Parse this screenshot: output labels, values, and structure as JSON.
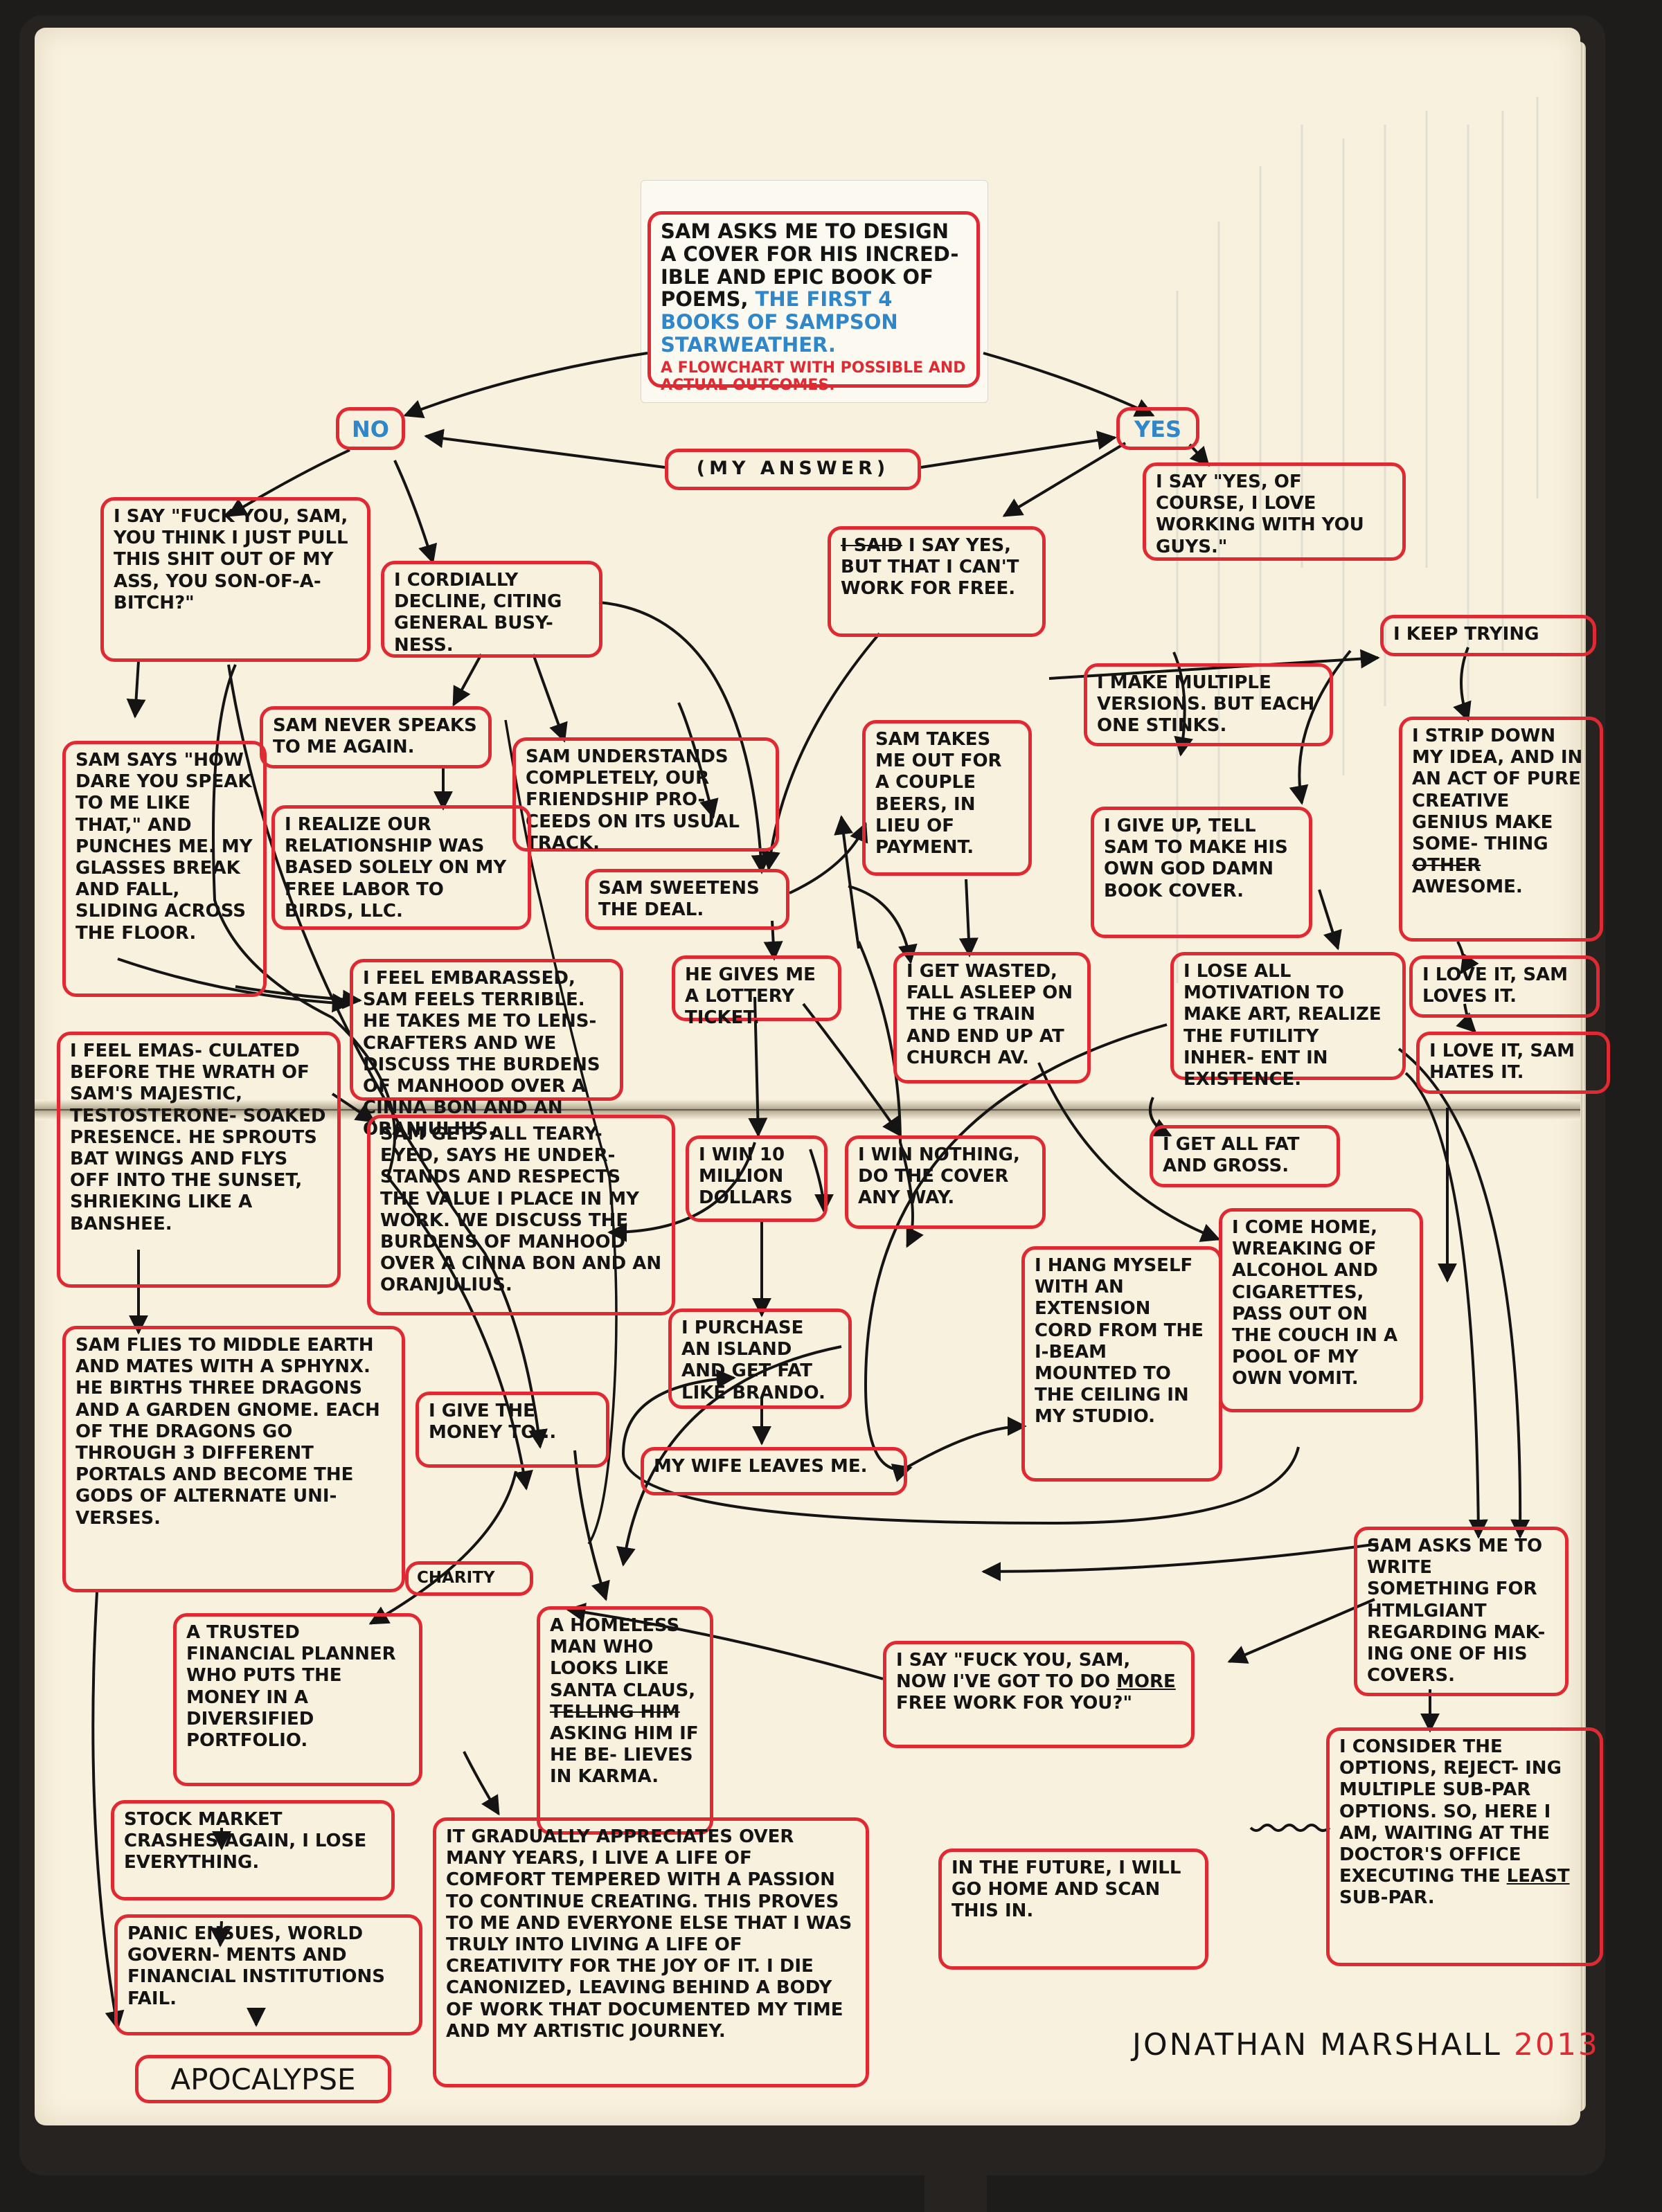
{
  "title": {
    "line": "SAM ASKS ME TO DESIGN A COVER FOR HIS INCRED- IBLE AND EPIC BOOK OF POEMS,",
    "book": "THE FIRST 4 BOOKS OF SAMPSON STARWEATHER.",
    "subtitle": "A FLOWCHART WITH POSSIBLE AND ACTUAL OUTCOMES."
  },
  "answer_label": "(MY ANSWER)",
  "no": "NO",
  "yes": "YES",
  "nodes": {
    "fuck_you": "I SAY \"FUCK YOU, SAM, YOU THINK I JUST PULL THIS SHIT OUT OF MY ASS, YOU SON-OF-A-BITCH?\"",
    "cordially": "I CORDIALLY DECLINE, CITING GENERAL BUSY- NESS.",
    "never_speaks": "SAM NEVER SPEAKS TO ME AGAIN.",
    "understands": "SAM UNDERSTANDS COMPLETELY, OUR FRIENDSHIP PRO- CEEDS ON ITS USUAL TRACK.",
    "realize": "I REALIZE OUR RELATIONSHIP WAS BASED SOLELY ON MY FREE LABOR TO BIRDS, LLC.",
    "sam_says": "SAM SAYS \"HOW DARE YOU SPEAK TO ME LIKE THAT,\" AND PUNCHES ME. MY GLASSES BREAK AND FALL, SLIDING ACROSS THE FLOOR.",
    "embarassed": "I FEEL EMBARASSED, SAM FEELS TERRIBLE. HE TAKES ME TO LENS- CRAFTERS AND WE DISCUSS THE BURDENS OF MANHOOD OVER A CINNA BON AND AN ORANJULIUS.",
    "emasculated": "I FEEL EMAS- CULATED BEFORE THE WRATH OF SAM'S MAJESTIC, TESTOSTERONE- SOAKED PRESENCE. HE SPROUTS BAT WINGS AND FLYS OFF INTO THE SUNSET, SHRIEKING LIKE A BANSHEE.",
    "teary": "SAM GETS ALL TEARY- EYED, SAYS HE UNDER- STANDS AND RESPECTS THE VALUE I PLACE IN MY WORK. WE DISCUSS THE BURDENS OF MANHOOD OVER A CINNA BON AND AN ORANJULIUS.",
    "middle_earth": "SAM FLIES TO MIDDLE EARTH AND MATES WITH A SPHYNX. HE BIRTHS THREE DRAGONS AND A GARDEN GNOME. EACH OF THE DRAGONS GO THROUGH 3 DIFFERENT PORTALS AND BECOME THE GODS OF ALTERNATE UNI- VERSES.",
    "yes_but_strike": "I SAID",
    "yes_but": "I SAY YES, BUT THAT I CAN'T WORK FOR FREE.",
    "of_course": "I SAY \"YES, OF COURSE, I LOVE WORKING WITH YOU GUYS.\"",
    "keep_trying": "I KEEP TRYING",
    "multiple": "I MAKE MULTIPLE VERSIONS. BUT EACH ONE STINKS.",
    "strip_down_a": "I STRIP DOWN MY IDEA, AND IN AN ACT OF PURE CREATIVE GENIUS MAKE SOME- THING",
    "strip_down_strike": "OTHER",
    "strip_down_b": "AWESOME.",
    "give_up": "I GIVE UP, TELL SAM TO MAKE HIS OWN GOD DAMN BOOK COVER.",
    "love_loves": "I LOVE IT, SAM LOVES IT.",
    "love_hates": "I LOVE IT, SAM HATES IT.",
    "beers": "SAM TAKES ME OUT FOR A COUPLE BEERS, IN LIEU OF PAYMENT.",
    "sweetens": "SAM SWEETENS THE DEAL.",
    "lottery": "HE GIVES ME A LOTTERY TICKET.",
    "wasted": "I GET WASTED, FALL ASLEEP ON THE G TRAIN AND END UP AT CHURCH AV.",
    "motivation": "I LOSE ALL MOTIVATION TO MAKE ART, REALIZE THE FUTILITY INHER- ENT IN EXISTENCE.",
    "win_million": "I WIN 10 MILLION DOLLARS",
    "win_nothing": "I WIN NOTHING, DO THE COVER ANY WAY.",
    "fat_gross": "I GET ALL FAT AND GROSS.",
    "island": "I PURCHASE AN ISLAND AND GET FAT LIKE BRANDO.",
    "hang": "I HANG MYSELF WITH AN EXTENSION CORD FROM THE I-BEAM MOUNTED TO THE CEILING IN MY STUDIO.",
    "come_home": "I COME HOME, WREAKING OF ALCOHOL AND CIGARETTES, PASS OUT ON THE COUCH IN A POOL OF MY OWN VOMIT.",
    "give_money": "I GIVE THE MONEY TO...",
    "wife": "MY WIFE LEAVES ME.",
    "charity": "CHARITY",
    "planner": "A TRUSTED FINANCIAL PLANNER WHO PUTS THE MONEY IN A DIVERSIFIED PORTFOLIO.",
    "homeless_a": "A HOMELESS MAN WHO LOOKS LIKE SANTA CLAUS,",
    "homeless_strike": "TELLING HIM",
    "homeless_b": "ASKING HIM IF HE BE- LIEVES IN KARMA.",
    "htmlgiant": "SAM ASKS ME TO WRITE SOMETHING FOR HTMLGIANT REGARDING MAK- ING ONE OF HIS COVERS.",
    "more_work_a": "I SAY \"FUCK YOU, SAM, NOW I'VE GOT TO DO",
    "more_work_u": "MORE",
    "more_work_b": "FREE WORK FOR YOU?\"",
    "consider_a": "I CONSIDER THE OPTIONS, REJECT- ING MULTIPLE SUB-PAR OPTIONS. SO, HERE I AM, WAITING AT THE DOCTOR'S OFFICE EXECUTING THE",
    "consider_u": "LEAST",
    "consider_b": "SUB-PAR.",
    "future": "IN THE FUTURE, I WILL GO HOME AND SCAN THIS IN.",
    "stock": "STOCK MARKET CRASHES AGAIN, I LOSE EVERYTHING.",
    "panic": "PANIC ENSUES, WORLD GOVERN- MENTS AND FINANCIAL INSTITUTIONS FAIL.",
    "apocalypse": "APOCALYPSE",
    "appreciates": "IT GRADUALLY APPRECIATES OVER MANY YEARS, I LIVE A LIFE OF COMFORT TEMPERED WITH A PASSION TO CONTINUE CREATING. THIS PROVES TO ME AND EVERYONE ELSE THAT I WAS TRULY INTO LIVING A LIFE OF CREATIVITY FOR THE JOY OF IT. I DIE CANONIZED, LEAVING BEHIND A BODY OF WORK THAT DOCUMENTED MY TIME AND MY ARTISTIC JOURNEY."
  },
  "signature": {
    "name": "JONATHAN MARSHALL",
    "year": "2013"
  },
  "colors": {
    "box_border": "#e02a33",
    "ink": "#141414",
    "blue_ink": "#2f86c8",
    "paper": "#f8f1dd"
  }
}
